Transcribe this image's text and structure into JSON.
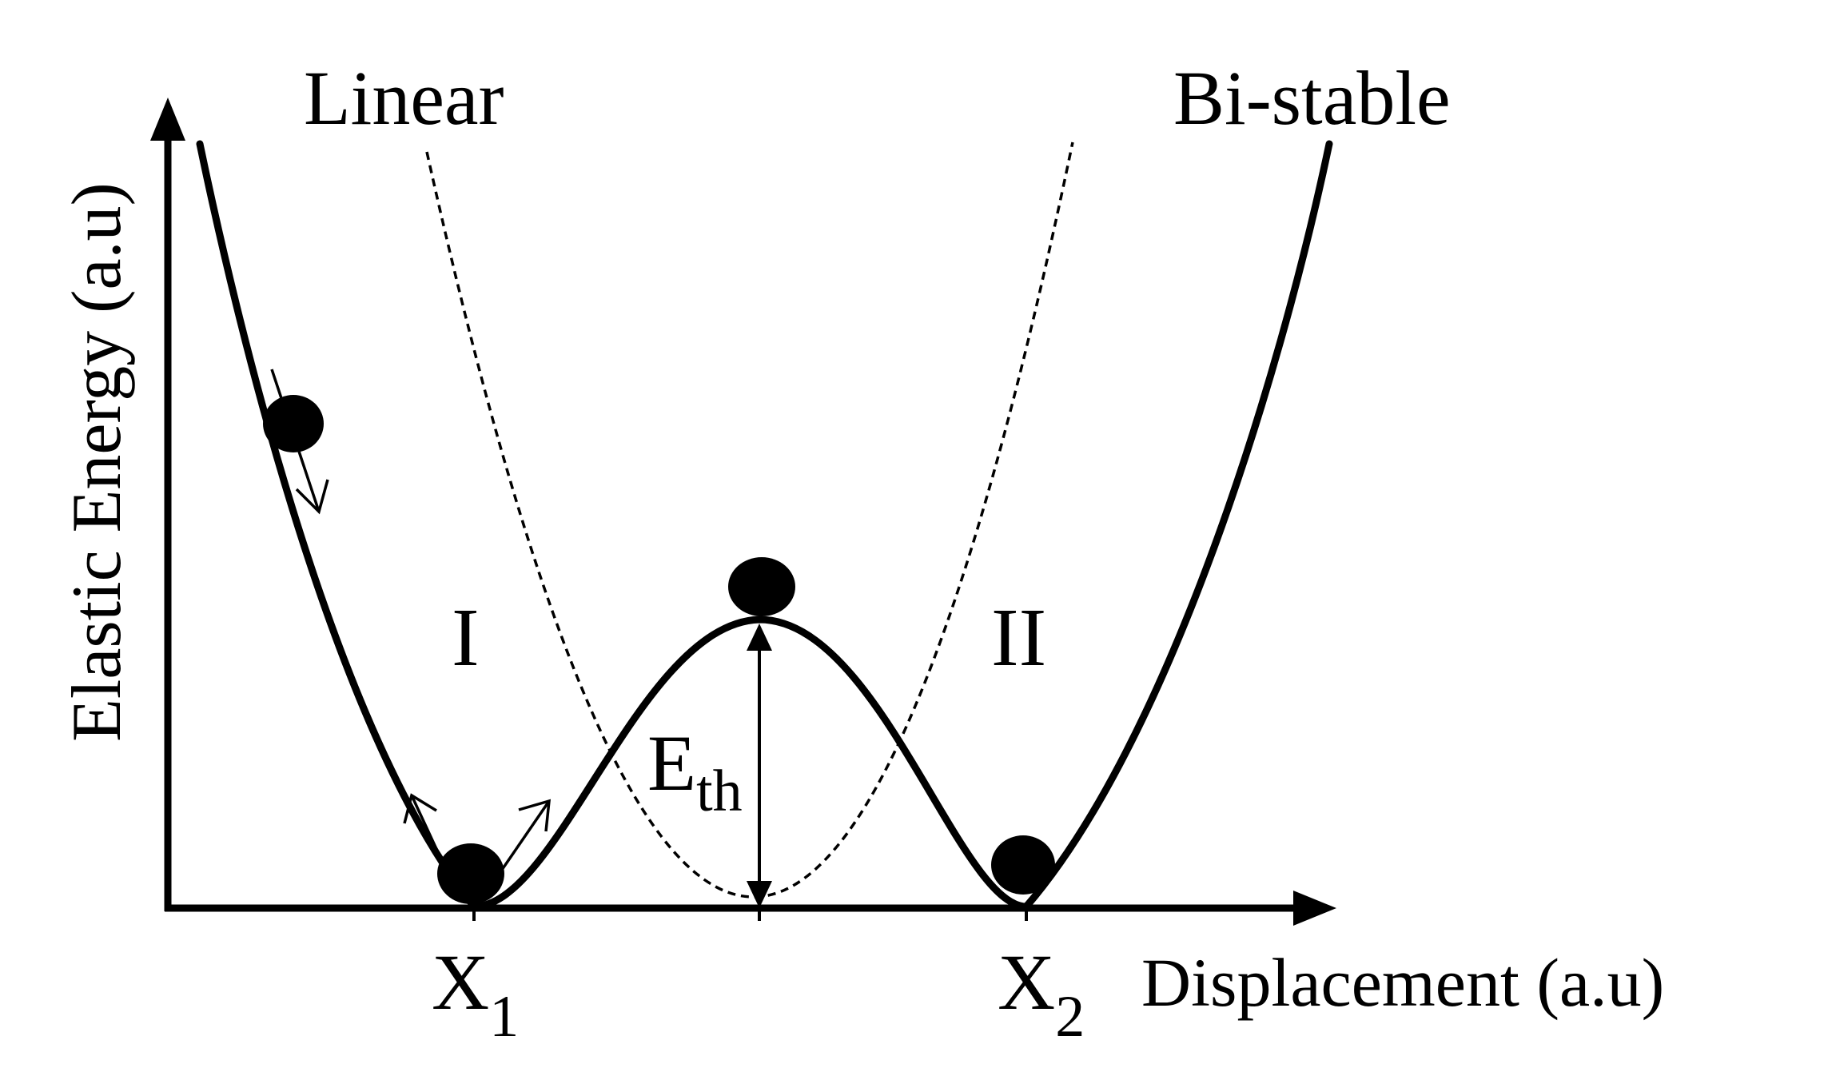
{
  "diagram": {
    "labels": {
      "linear": "Linear",
      "bistable": "Bi-stable",
      "well_one": "I",
      "well_two": "II",
      "barrier_main": "E",
      "barrier_sub": "th",
      "x1_main": "X",
      "x1_sub": "1",
      "x2_main": "X",
      "x2_sub": "2",
      "x_axis": "Displacement (a.u)",
      "y_axis": "Elastic Energy (a.u)"
    },
    "curves": [
      {
        "name": "Linear",
        "style": "dashed",
        "shape": "single parabolic well"
      },
      {
        "name": "Bi-stable",
        "style": "solid",
        "shape": "double well with central barrier"
      }
    ],
    "colors": {
      "ink": "#000000",
      "background": "#ffffff"
    }
  }
}
